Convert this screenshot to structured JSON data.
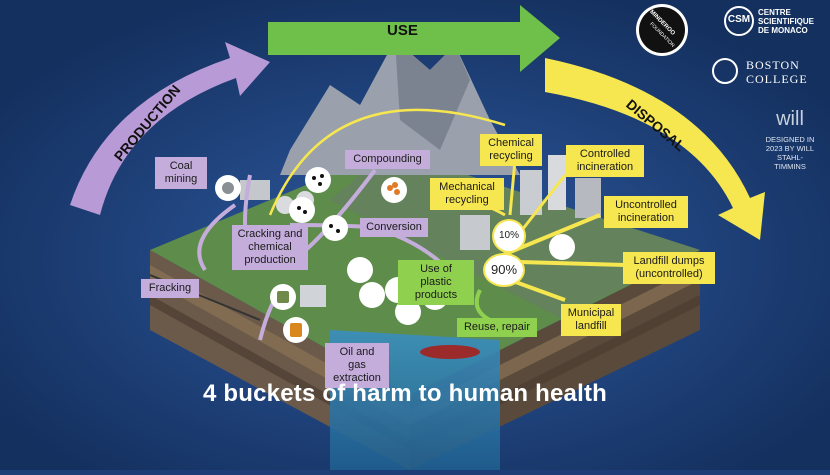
{
  "stages": {
    "production": "PRODUCTION",
    "use": "USE",
    "disposal": "DISPOSAL"
  },
  "production_labels": {
    "coal_mining": "Coal mining",
    "compounding": "Compounding",
    "cracking": "Cracking and chemical production",
    "conversion": "Conversion",
    "fracking": "Fracking",
    "oil_gas": "Oil and gas extraction"
  },
  "use_labels": {
    "use_products": "Use of plastic products",
    "reuse": "Reuse, repair"
  },
  "disposal_labels": {
    "chemical_recycling": "Chemical recycling",
    "mechanical_recycling": "Mechanical recycling",
    "controlled_incineration": "Controlled incineration",
    "uncontrolled_incineration": "Uncontrolled incineration",
    "landfill_dumps": "Landfill dumps (uncontrolled)",
    "municipal_landfill": "Municipal landfill"
  },
  "percentages": {
    "recycled": "10%",
    "other": "90%"
  },
  "logos": {
    "minderoo_top": "MINDEROO",
    "minderoo_bottom": "FOUNDATION",
    "csm_abbrev": "CSM",
    "csm_name": "CENTRE SCIENTIFIQUE DE MONACO",
    "boston_college": "BOSTON COLLEGE",
    "will_mark": "will",
    "designer_credit": "DESIGNED IN 2023 BY WILL STAHL-TIMMINS"
  },
  "headline": "4 buckets of harm to human health",
  "colors": {
    "background": "#1d3d77",
    "production": "#b89ad6",
    "use": "#6ec04b",
    "disposal": "#f6e64f"
  }
}
